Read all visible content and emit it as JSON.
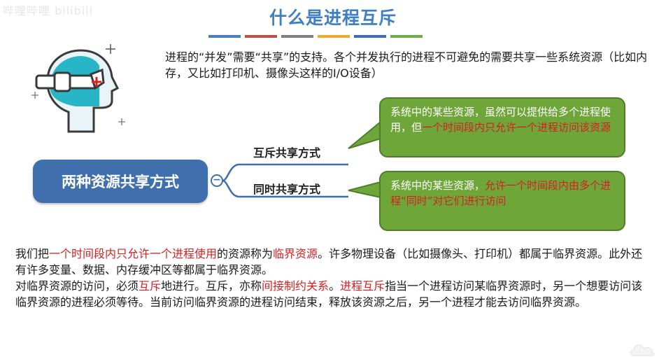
{
  "watermark": "哔哩哔哩 bilibili",
  "title": "什么是进程互斥",
  "color_bar": [
    "#4a7ec0",
    "#c0504d",
    "#7f7f7f",
    "#f0a830",
    "#3f6fad",
    "#70ad47"
  ],
  "intro": "进程的“并发”需要“共享”的支持。各个并发执行的进程不可避免的需要共享一些系统资源（比如内存，又比如打印机、摄像头这样的I/O设备）",
  "mindmap": {
    "root": "两种资源共享方式",
    "collapse_symbol": "−",
    "branches": [
      {
        "label": "互斥共享方式"
      },
      {
        "label": "同时共享方式"
      }
    ]
  },
  "bubble1": {
    "part1": "系统中的某些资源，虽然可以提供给多个进程使用，但",
    "highlight": "一个时间段内只允许一个进程访问该资源"
  },
  "bubble2": {
    "part1": "系统中的某些资源，",
    "highlight": "允许一个时间段内由多个进程“同时”对它们进行访问"
  },
  "body": {
    "p1_a": "我们把",
    "p1_b": "一个时间段内只允许一个进程使用",
    "p1_c": "的资源称为",
    "p1_d": "临界资源",
    "p1_e": "。许多物理设备（比如摄像头、打印机）都属于临界资源。此外还有许多变量、数据、内存缓冲区等都属于临界资源。",
    "p2_a": "对临界资源的访问，必须",
    "p2_b": "互斥",
    "p2_c": "地进行。互斥，亦称",
    "p2_d": "间接制约关系",
    "p2_e": "。",
    "p2_f": "进程互斥",
    "p2_g": "指当一个进程访问某临界资源时，另一个想要访问该临界资源的进程必须等待。当前访问临界资源的进程访问结束，释放该资源之后，另一个进程才能去访问临界资源。"
  },
  "colors": {
    "title": "#3f7fc4",
    "node": "#3f6fad",
    "bubble": "#6fa63a",
    "highlight": "#d42020"
  },
  "icons": [
    "head-clock-illustration",
    "sparkle-icon",
    "collapse-icon"
  ]
}
